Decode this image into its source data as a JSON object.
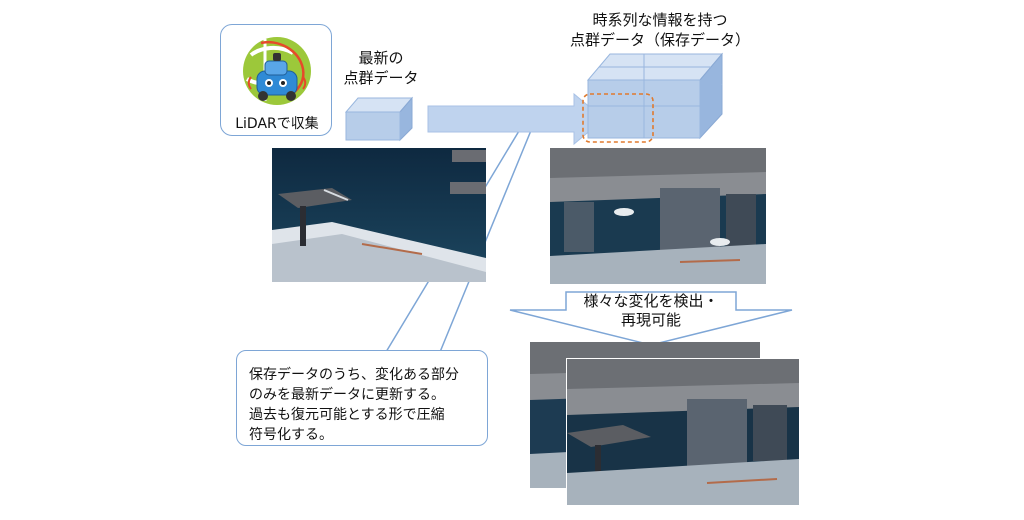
{
  "lidar": {
    "label": "LiDARで収集"
  },
  "latest": {
    "label_line1": "最新の",
    "label_line2": "点群データ"
  },
  "stored": {
    "label_line1": "時系列な情報を持つ",
    "label_line2": "点群データ（保存データ）"
  },
  "detect": {
    "label_line1": "様々な変化を検出・",
    "label_line2": "再現可能"
  },
  "callout": {
    "line1": "保存データのうち、変化ある部分",
    "line2": "のみを最新データに更新する。",
    "line3": "過去も復元可能とする形で圧縮",
    "line4": "符号化する。"
  },
  "colors": {
    "cube_face": "#b7cde9",
    "cube_top": "#d6e3f4",
    "cube_side": "#98b6de",
    "arrow": "#bfd3ee",
    "border": "#7ea6d6",
    "highlight": "#e07a2e",
    "scene_dark": "#1d3b52"
  }
}
